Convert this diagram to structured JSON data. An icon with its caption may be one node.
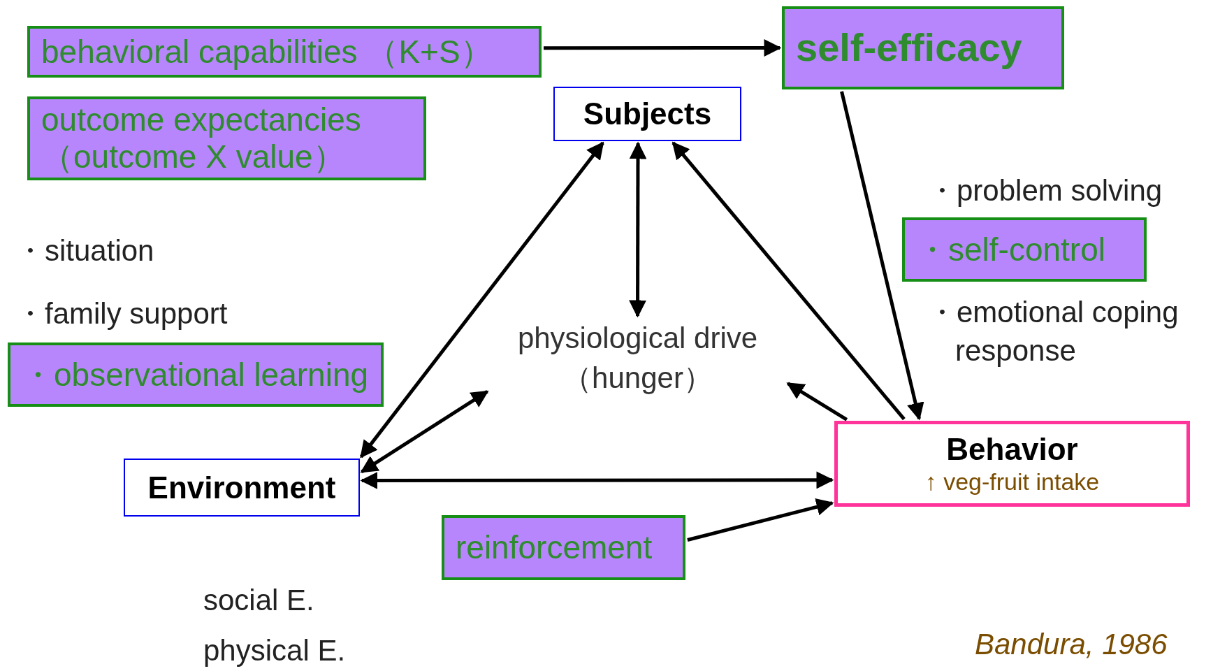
{
  "diagram": {
    "nodes": [
      {
        "text": [
          "behavioral capabilities （K+S）"
        ]
      },
      {
        "text": [
          "self-efficacy"
        ]
      },
      {
        "text": [
          "outcome expectancies （outcome X value）"
        ]
      },
      {
        "text": [
          "Subjects"
        ]
      },
      {
        "text": [
          "physiological drive （hunger）"
        ]
      },
      {
        "text": [
          "・observational learning"
        ]
      },
      {
        "text": [
          "Environment"
        ]
      },
      {
        "text": [
          "Behavior",
          "↑ veg-fruit intake"
        ]
      },
      {
        "text": [
          "・self-control"
        ]
      },
      {
        "text": [
          "reinforcement"
        ]
      }
    ],
    "edges": [
      {
        "from": 0,
        "to": 1,
        "arrow": "to"
      },
      {
        "from": 1,
        "to": 7,
        "arrow": "to"
      },
      {
        "from": 3,
        "to": 6,
        "arrow": "both"
      },
      {
        "from": 3,
        "to": 4,
        "arrow": "both"
      },
      {
        "from": 7,
        "to": 3,
        "arrow": "to"
      },
      {
        "from": 7,
        "to": 4,
        "arrow": "to"
      },
      {
        "from": 4,
        "to": 6,
        "arrow": "both"
      },
      {
        "from": 6,
        "to": 7,
        "arrow": "both"
      },
      {
        "from": 9,
        "to": 7,
        "arrow": "to"
      }
    ],
    "labels": [
      "・situation",
      "・family support",
      "・problem solving",
      "・emotional coping response",
      "social E.",
      "physical E.",
      "Bandura, 1986"
    ]
  }
}
